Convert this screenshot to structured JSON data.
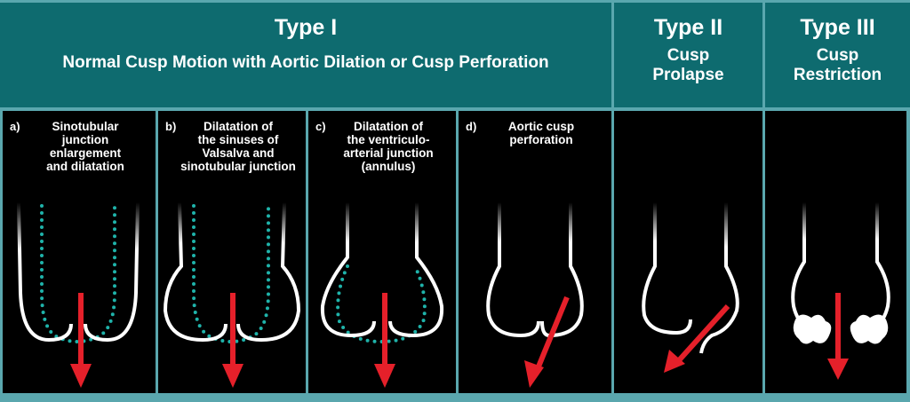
{
  "types": [
    {
      "title": "Type I",
      "subtitle": "Normal Cusp Motion with Aortic Dilation or Cusp Perforation"
    },
    {
      "title": "Type II",
      "subtitle_lines": [
        "Cusp",
        "Prolapse"
      ]
    },
    {
      "title": "Type III",
      "subtitle_lines": [
        "Cusp",
        "Restriction"
      ]
    }
  ],
  "panels": [
    {
      "letter": "a)",
      "lines": [
        "Sinotubular",
        "junction",
        "enlargement",
        "and dilatation"
      ]
    },
    {
      "letter": "b)",
      "lines": [
        "Dilatation of",
        "the sinuses of",
        "Valsalva and",
        "sinotubular junction"
      ]
    },
    {
      "letter": "c)",
      "lines": [
        "Dilatation of",
        "the ventriculo-",
        "arterial junction",
        "(annulus)"
      ]
    },
    {
      "letter": "d)",
      "lines": [
        "Aortic cusp",
        "perforation"
      ]
    }
  ],
  "colors": {
    "header": "#0e6b6f",
    "divider": "#5aa7ae",
    "dots": "#1fb3aa",
    "arrow": "#e5202a",
    "wall": "#ffffff"
  }
}
